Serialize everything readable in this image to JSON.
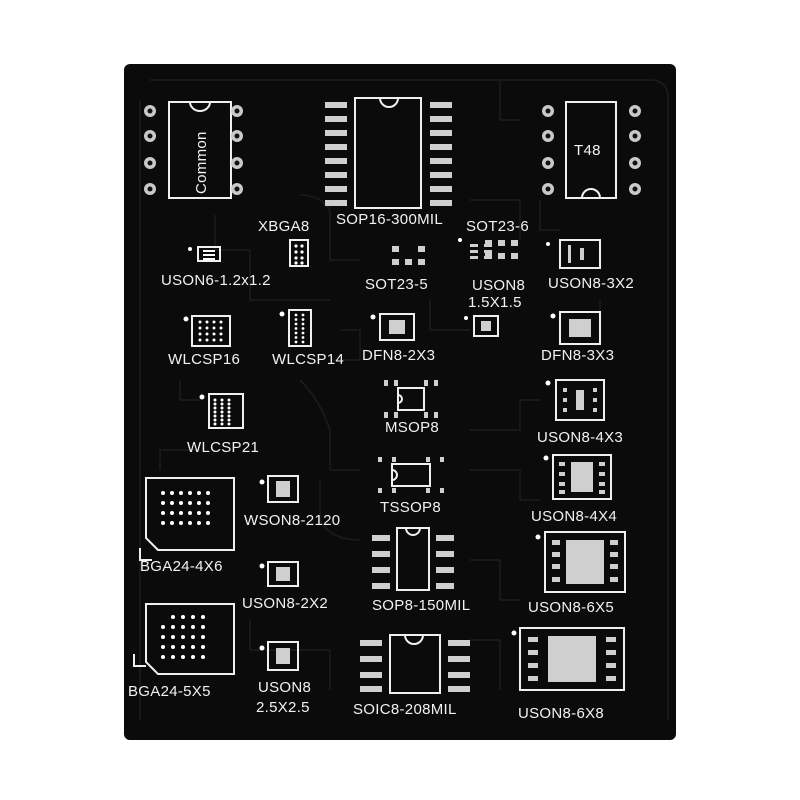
{
  "board": {
    "background": "#0b0b0b",
    "silkscreen_color": "#f2f2f2",
    "pad_color": "#cfcfcf"
  },
  "labels": {
    "common": "Common",
    "t48": "T48",
    "xbga8": "XBGA8",
    "sop16": "SOP16-300MIL",
    "sot23_6": "SOT23-6",
    "uson6": "USON6-1.2x1.2",
    "sot23_5": "SOT23-5",
    "uson8_15_line1": "USON8",
    "uson8_15_line2": "1.5X1.5",
    "uson8_3x2": "USON8-3X2",
    "wlcsp16": "WLCSP16",
    "wlcsp14": "WLCSP14",
    "dfn8_2x3": "DFN8-2X3",
    "dfn8_3x3": "DFN8-3X3",
    "msop8": "MSOP8",
    "uson8_4x3": "USON8-4X3",
    "wlcsp21": "WLCSP21",
    "tssop8": "TSSOP8",
    "uson8_4x4": "USON8-4X4",
    "wson8_2120": "WSON8-2120",
    "bga24_4x6": "BGA24-4X6",
    "sop8_150": "SOP8-150MIL",
    "uson8_6x5": "USON8-6X5",
    "uson8_2x2": "USON8-2X2",
    "bga24_5x5": "BGA24-5X5",
    "uson8_25_line1": "USON8",
    "uson8_25_line2": "2.5X2.5",
    "soic8_208": "SOIC8-208MIL",
    "uson8_6x8": "USON8-6X8"
  }
}
